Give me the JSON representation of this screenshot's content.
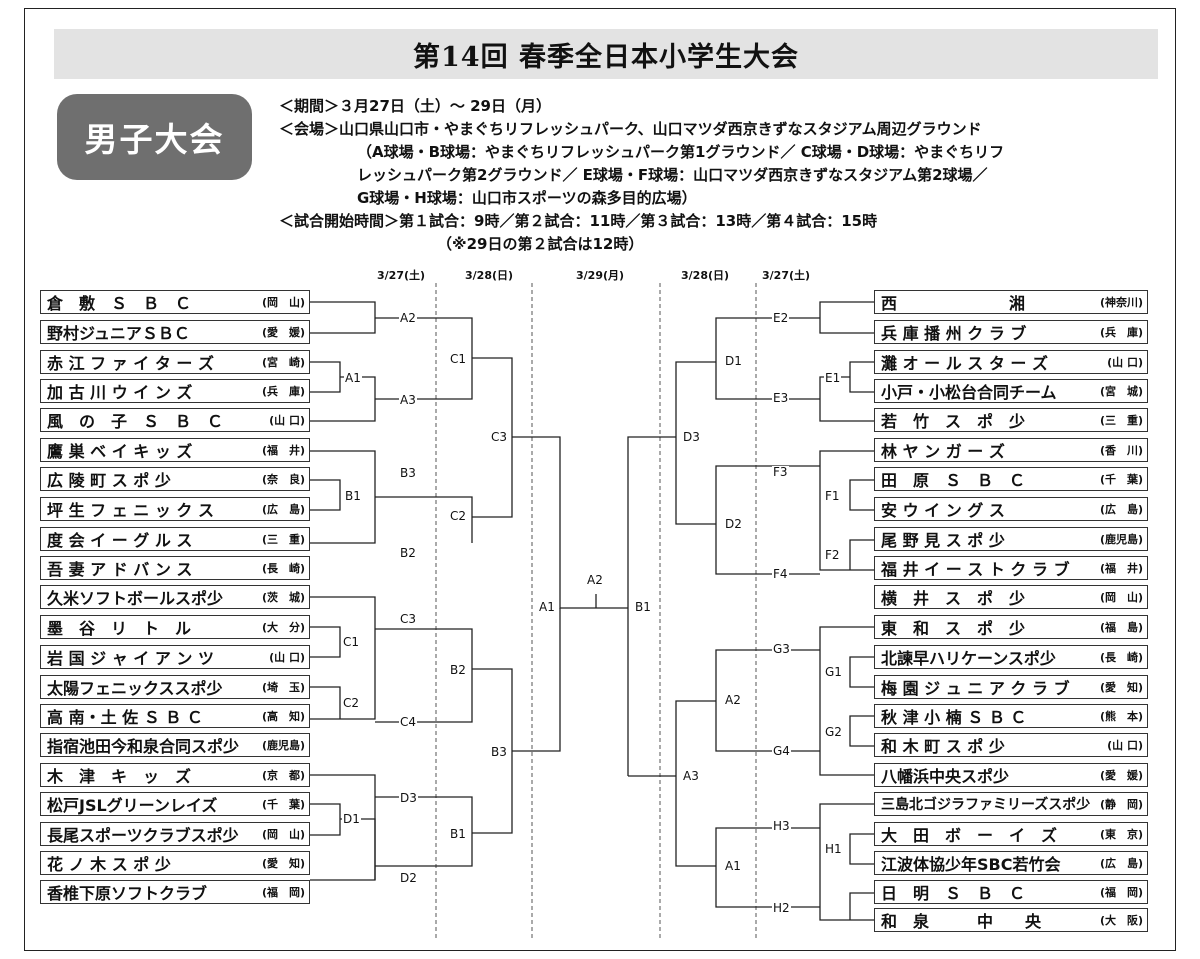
{
  "header": {
    "title": "第14回 春季全日本小学生大会",
    "badge": "男子大会"
  },
  "info": {
    "period": "＜期間＞３月27日（土）～ 29日（月）",
    "venue1": "＜会場＞山口県山口市・やまぐちリフレッシュパーク、山口マツダ西京きずなスタジアム周辺グラウンド",
    "venue2": "（A球場・B球場：やまぐちリフレッシュパーク第1グラウンド／ C球場・D球場：やまぐちリフ",
    "venue3": "レッシュパーク第2グラウンド／ E球場・F球場：山口マツダ西京きずなスタジアム第2球場／",
    "venue4": "G球場・H球場：山口市スポーツの森多目的広場）",
    "start": "＜試合開始時間＞第１試合：9時／第２試合：11時／第３試合：13時／第４試合：15時",
    "note": "（※29日の第２試合は12時）"
  },
  "dates": {
    "l1": "3/27(土)",
    "l2": "3/28(日)",
    "c": "3/29(月)",
    "r2": "3/28(日)",
    "r1": "3/27(土)"
  },
  "left_teams": [
    {
      "name": "倉　敷　Ｓ　Ｂ　Ｃ",
      "pref": "(岡　山)"
    },
    {
      "name": "野村ジュニアＳＢＣ",
      "pref": "(愛　媛)"
    },
    {
      "name": "赤 江 フ ァ イ タ ー ズ",
      "pref": "(宮　崎)"
    },
    {
      "name": "加 古 川 ウ イ ン ズ",
      "pref": "(兵　庫)"
    },
    {
      "name": "風　の　子　Ｓ　Ｂ　Ｃ",
      "pref": "(山 口)"
    },
    {
      "name": "鷹 巣 ベ イ キ ッ ズ",
      "pref": "(福　井)"
    },
    {
      "name": "広 陵 町 ス ポ 少",
      "pref": "(奈　良)"
    },
    {
      "name": "坪 生 フ ェ ニ ッ ク ス",
      "pref": "(広　島)"
    },
    {
      "name": "度 会 イ ー グ ル ス",
      "pref": "(三　重)"
    },
    {
      "name": "吾 妻 ア ド バ ン ス",
      "pref": "(長　崎)"
    },
    {
      "name": "久米ソフトボールスポ少",
      "pref": "(茨　城)"
    },
    {
      "name": "墨　谷　リ　ト　ル",
      "pref": "(大　分)"
    },
    {
      "name": "岩 国 ジ ャ イ ア ン ツ",
      "pref": "(山 口)"
    },
    {
      "name": "太陽フェニックススポ少",
      "pref": "(埼　玉)"
    },
    {
      "name": "高 南・土 佐 Ｓ Ｂ Ｃ",
      "pref": "(高　知)"
    },
    {
      "name": "指宿池田今和泉合同スポ少",
      "pref": "(鹿児島)"
    },
    {
      "name": "木　津　キ　ッ　ズ",
      "pref": "(京　都)"
    },
    {
      "name": "松戸JSLグリーンレイズ",
      "pref": "(千　葉)"
    },
    {
      "name": "長尾スポーツクラブスポ少",
      "pref": "(岡　山)"
    },
    {
      "name": "花 ノ 木 ス ポ 少",
      "pref": "(愛　知)"
    },
    {
      "name": "香椎下原ソフトクラブ",
      "pref": "(福　岡)"
    }
  ],
  "right_teams": [
    {
      "name": "西　　　　　　　湘",
      "pref": "(神奈川)"
    },
    {
      "name": "兵 庫 播 州 ク ラ ブ",
      "pref": "(兵　庫)"
    },
    {
      "name": "灘 オ ー ル ス タ ー ズ",
      "pref": "(山 口)"
    },
    {
      "name": "小戸・小松台合同チーム",
      "pref": "(宮　城)"
    },
    {
      "name": "若　竹　ス　ポ　少",
      "pref": "(三　重)"
    },
    {
      "name": "林 ヤ ン ガ ー ズ",
      "pref": "(香　川)"
    },
    {
      "name": "田　原　Ｓ　Ｂ　Ｃ",
      "pref": "(千　葉)"
    },
    {
      "name": "安 ウ イ ン グ ス",
      "pref": "(広　島)"
    },
    {
      "name": "尾 野 見 ス ポ 少",
      "pref": "(鹿児島)"
    },
    {
      "name": "福 井 イ ー ス ト ク ラ ブ",
      "pref": "(福　井)"
    },
    {
      "name": "横　井　ス　ポ　少",
      "pref": "(岡　山)"
    },
    {
      "name": "東　和　ス　ポ　少",
      "pref": "(福　島)"
    },
    {
      "name": "北諫早ハリケーンスポ少",
      "pref": "(長　崎)"
    },
    {
      "name": "梅 園 ジ ュ ニ ア ク ラ ブ",
      "pref": "(愛　知)"
    },
    {
      "name": "秋 津 小 楠 Ｓ Ｂ Ｃ",
      "pref": "(熊　本)"
    },
    {
      "name": "和 木 町 ス ポ 少",
      "pref": "(山 口)"
    },
    {
      "name": "八幡浜中央スポ少",
      "pref": "(愛　媛)"
    },
    {
      "name": "三島北ゴジラファミリーズスポ少",
      "pref": "(静　岡)"
    },
    {
      "name": "大　田　ボ　ー　イ　ズ",
      "pref": "(東　京)"
    },
    {
      "name": "江波体協少年SBC若竹会",
      "pref": "(広　島)"
    },
    {
      "name": "日　明　Ｓ　Ｂ　Ｃ",
      "pref": "(福　岡)"
    },
    {
      "name": "和　泉　　　中　　央",
      "pref": "(大　阪)"
    }
  ],
  "labels": {
    "lA2": "A2",
    "lA1": "A1",
    "lA3": "A3",
    "lB3": "B3",
    "lB1": "B1",
    "lB2": "B2",
    "lC1": "C1",
    "lC2": "C2",
    "lC3": "C3",
    "lC3b": "C3",
    "lC1b": "C1",
    "lC2b": "C2",
    "lC4": "C4",
    "lD3": "D3",
    "lD1": "D1",
    "lD2": "D2",
    "lB2b": "B2",
    "lB1b": "B1",
    "lB3b": "B3",
    "fA1": "A1",
    "fA2": "A2",
    "fB1": "B1",
    "rE2": "E2",
    "rE1": "E1",
    "rE3": "E3",
    "rF3": "F3",
    "rF1": "F1",
    "rF2": "F2",
    "rF4": "F4",
    "rD1": "D1",
    "rD2": "D2",
    "rD3": "D3",
    "rG3": "G3",
    "rG1": "G1",
    "rG2": "G2",
    "rG4": "G4",
    "rH3": "H3",
    "rH1": "H1",
    "rH2": "H2",
    "rA2": "A2",
    "rA1": "A1",
    "rA3": "A3"
  }
}
